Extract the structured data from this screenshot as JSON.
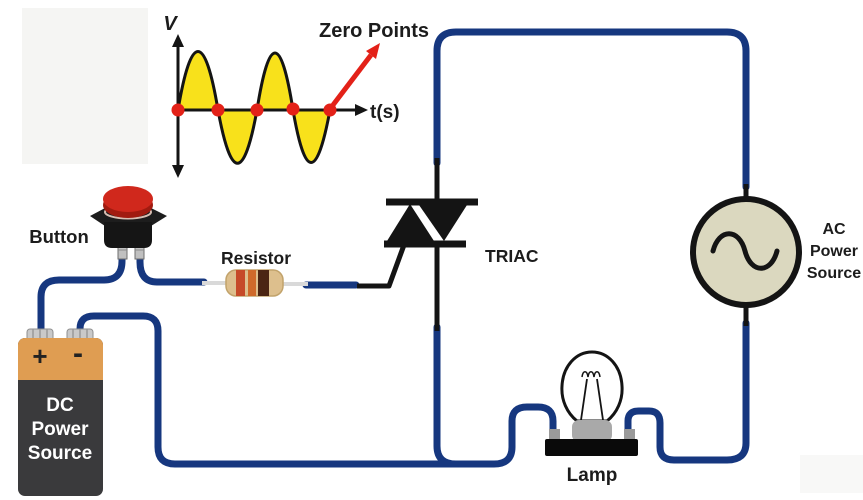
{
  "colors": {
    "wire": "#16377f",
    "ink": "#141414",
    "accent_red": "#e32118",
    "sine_yellow": "#f8e11b",
    "button_red": "#d0281c",
    "button_red_dark": "#a11b10",
    "battery_orange": "#df9d52",
    "battery_dark": "#3a3a3c",
    "resistor_body": "#ddbf8d",
    "ac_fill": "#dbd8bf",
    "metal_gray": "#bdbdbd",
    "lamp_socket": "#a9a9a9"
  },
  "inset": {
    "v_axis_label": "V",
    "t_axis_label": "t(s)",
    "annotation": "Zero Points",
    "zero_point_count": 5,
    "waveform": "sine",
    "cycles_shown": 2
  },
  "components": {
    "button": {
      "label": "Button"
    },
    "resistor": {
      "label": "Resistor",
      "band_colors": [
        "red-orange",
        "orange",
        "dark-brown"
      ]
    },
    "triac": {
      "label": "TRIAC"
    },
    "ac_source": {
      "label_lines": [
        "AC",
        "Power",
        "Source"
      ]
    },
    "dc_source": {
      "label_lines": [
        "DC",
        "Power",
        "Source"
      ],
      "plus": "+",
      "minus": "-"
    },
    "lamp": {
      "label": "Lamp"
    }
  }
}
